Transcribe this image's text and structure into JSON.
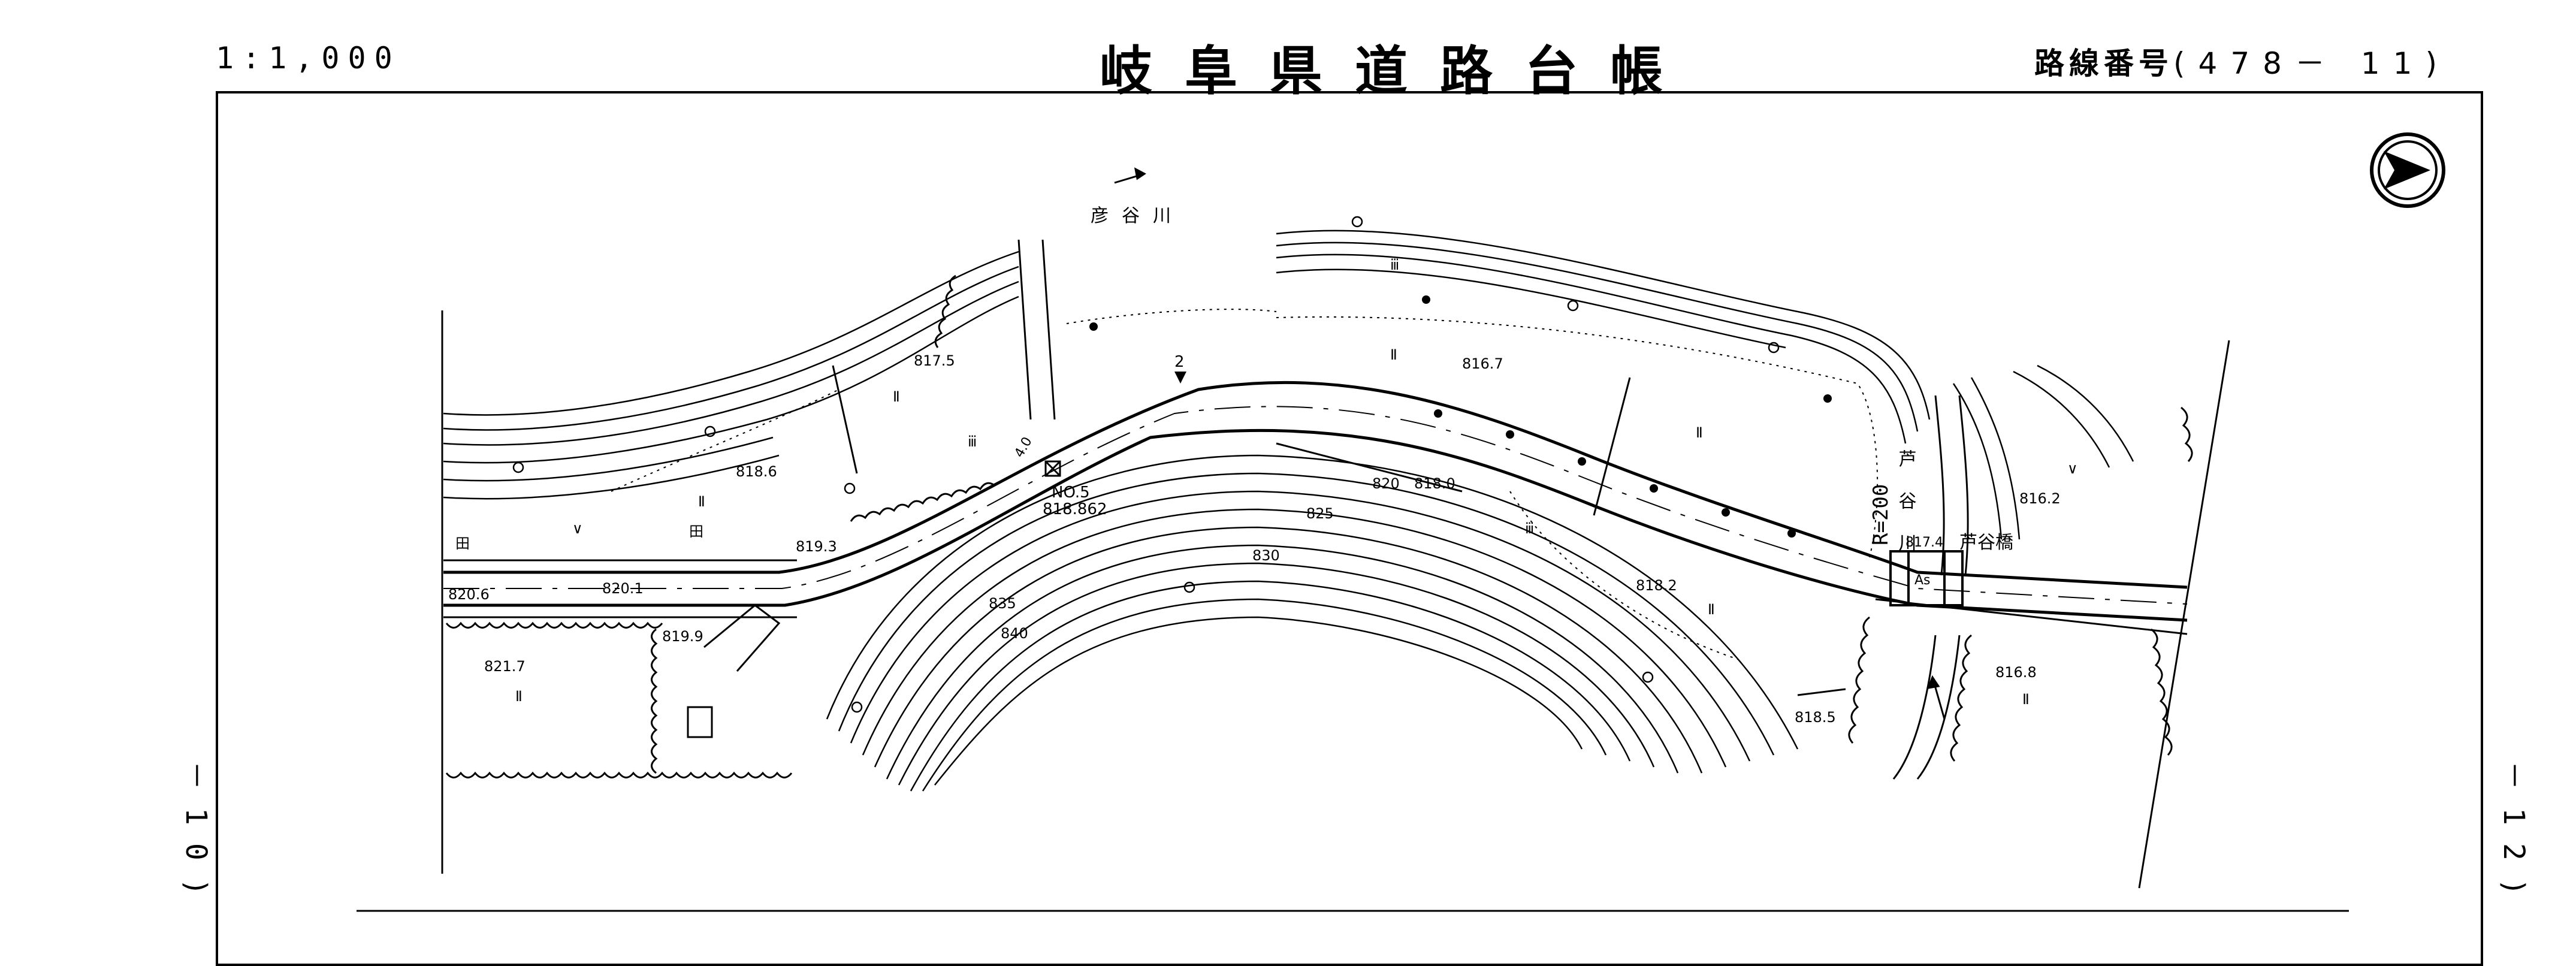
{
  "header": {
    "scale": "1:1,000",
    "title": "岐阜県道路台帳",
    "route_label": "路線番号",
    "route_number": "(478－ 11)"
  },
  "side_refs": {
    "left": "－10)",
    "right": "－12)"
  },
  "map": {
    "rivers": {
      "hiko": "彦谷川",
      "ashi": "芦谷川"
    },
    "bridge": "芦谷橋",
    "curve": "R=200",
    "station": {
      "marker": "2",
      "label": "NO.5",
      "elev": "818.862"
    },
    "road_markings": {
      "pavement": "As",
      "width": "4.0"
    },
    "spot_heights": [
      "817.5",
      "818.6",
      "819.3",
      "820.6",
      "820.1",
      "819.9",
      "821.7",
      "816.7",
      "818.0",
      "818.2",
      "818.5",
      "817.4",
      "816.2",
      "816.8"
    ],
    "contours": [
      "820",
      "825",
      "830",
      "835",
      "840"
    ],
    "field_marks": {
      "paddy": "Ⅱ",
      "field": "ⅲ",
      "waste": "∨",
      "structure": "田"
    }
  }
}
